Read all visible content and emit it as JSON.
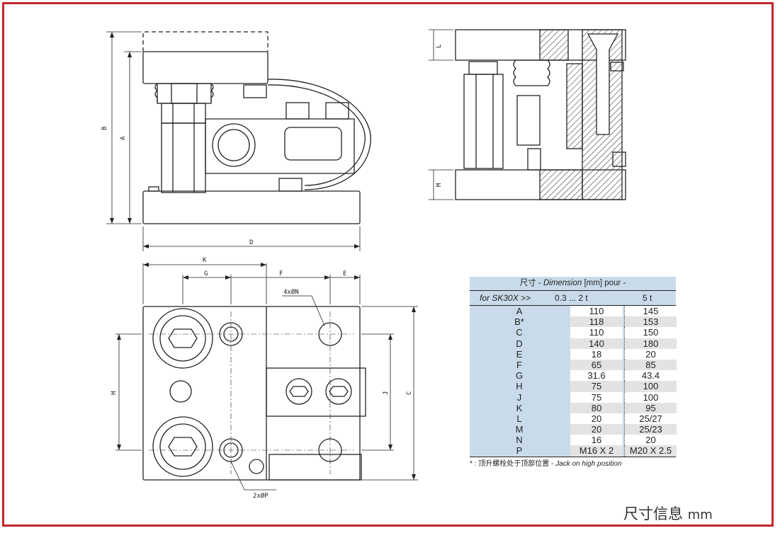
{
  "frame_color": "#c0272d",
  "table_bg": "#c9dbea",
  "dimension_labels": {
    "A": "A",
    "B": "B",
    "D": "D",
    "L": "L",
    "M": "M",
    "K": "K",
    "G": "G",
    "F": "F",
    "E": "E",
    "H": "H",
    "J": "J",
    "C": "C",
    "holes_N": "4xØN",
    "holes_P": "2xØP"
  },
  "table": {
    "title_cn": "尺寸",
    "title_sep": " - ",
    "title_en": "Dimension",
    "title_unit": " [mm] pour -",
    "for_label": "for SK30X >>",
    "col1": "0.3 ... 2 t",
    "col2": "5 t",
    "rows": [
      {
        "k": "A",
        "v1": "110",
        "v2": "145"
      },
      {
        "k": "B*",
        "v1": "118",
        "v2": "153"
      },
      {
        "k": "C",
        "v1": "110",
        "v2": "150"
      },
      {
        "k": "D",
        "v1": "140",
        "v2": "180"
      },
      {
        "k": "E",
        "v1": "18",
        "v2": "20"
      },
      {
        "k": "F",
        "v1": "65",
        "v2": "85"
      },
      {
        "k": "G",
        "v1": "31.6",
        "v2": "43.4"
      },
      {
        "k": "H",
        "v1": "75",
        "v2": "100"
      },
      {
        "k": "J",
        "v1": "75",
        "v2": "100"
      },
      {
        "k": "K",
        "v1": "80",
        "v2": "95"
      },
      {
        "k": "L",
        "v1": "20",
        "v2": "25/27"
      },
      {
        "k": "M",
        "v1": "20",
        "v2": "25/23"
      },
      {
        "k": "N",
        "v1": "16",
        "v2": "20"
      },
      {
        "k": "P",
        "v1": "M16 X 2",
        "v2": "M20 X 2.5"
      }
    ]
  },
  "note": {
    "star": "* : ",
    "cn": "顶升螺栓处于顶部位置",
    "sep": " - ",
    "en": "Jack on high position"
  },
  "caption": {
    "cn": "尺寸信息 ",
    "unit": "mm"
  }
}
